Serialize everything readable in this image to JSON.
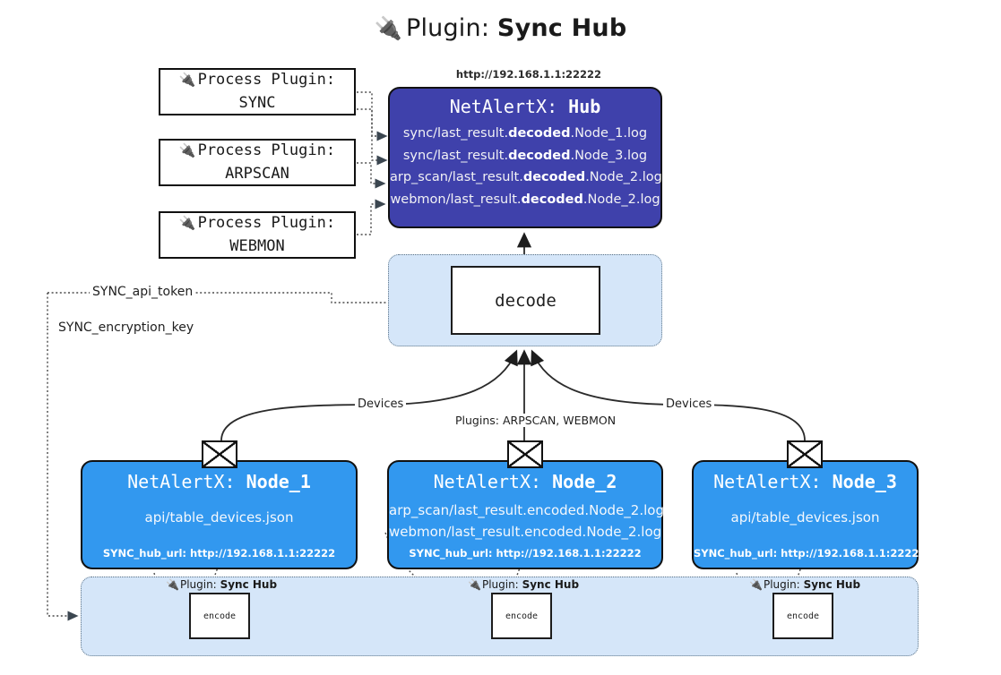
{
  "title": {
    "icon": "plug-icon",
    "prefix": "Plugin:",
    "name": "Sync Hub"
  },
  "process_plugins": [
    {
      "icon": "plug-icon",
      "line1": "Process Plugin:",
      "line2": "SYNC"
    },
    {
      "icon": "plug-icon",
      "line1": "Process Plugin:",
      "line2": "ARPSCAN"
    },
    {
      "icon": "plug-icon",
      "line1": "Process Plugin:",
      "line2": "WEBMON"
    }
  ],
  "hub": {
    "url_label": "http://192.168.1.1:22222",
    "title_prefix": "NetAlertX:",
    "title_name": "Hub",
    "color": "#3f41ab",
    "logs": [
      {
        "pre": "sync/last_result.",
        "bold": "decoded",
        "post": ".Node_1.log"
      },
      {
        "pre": "sync/last_result.",
        "bold": "decoded",
        "post": ".Node_3.log"
      },
      {
        "pre": "arp_scan/last_result.",
        "bold": "decoded",
        "post": ".Node_2.log"
      },
      {
        "pre": "webmon/last_result.",
        "bold": "decoded",
        "post": ".Node_2.log"
      }
    ]
  },
  "decode": {
    "label": "decode",
    "group_color": "#d5e6f9"
  },
  "settings_edges": {
    "api_token": "SYNC_api_token",
    "encryption_key": "SYNC_encryption_key"
  },
  "edge_labels": {
    "devices_left": "Devices",
    "plugins_center": "Plugins: ARPSCAN, WEBMON",
    "devices_right": "Devices"
  },
  "nodes": [
    {
      "title_prefix": "NetAlertX:",
      "title_name": "Node_1",
      "color": "#3298ef",
      "lines": [
        "api/table_devices.json"
      ],
      "url": "SYNC_hub_url: http://192.168.1.1:22222",
      "icon": "envelope-icon"
    },
    {
      "title_prefix": "NetAlertX:",
      "title_name": "Node_2",
      "color": "#3298ef",
      "lines": [
        "arp_scan/last_result.encoded.Node_2.log",
        "webmon/last_result.encoded.Node_2.log"
      ],
      "url": "SYNC_hub_url: http://192.168.1.1:22222",
      "icon": "envelope-icon"
    },
    {
      "title_prefix": "NetAlertX:",
      "title_name": "Node_3",
      "color": "#3298ef",
      "lines": [
        "api/table_devices.json"
      ],
      "url": "SYNC_hub_url: http://192.168.1.1:22222",
      "icon": "envelope-icon"
    }
  ],
  "encoders": [
    {
      "caption_icon": "plug-icon",
      "caption_prefix": "Plugin:",
      "caption_name": "Sync Hub",
      "label": "encode"
    },
    {
      "caption_icon": "plug-icon",
      "caption_prefix": "Plugin:",
      "caption_name": "Sync Hub",
      "label": "encode"
    },
    {
      "caption_icon": "plug-icon",
      "caption_prefix": "Plugin:",
      "caption_name": "Sync Hub",
      "label": "encode"
    }
  ]
}
